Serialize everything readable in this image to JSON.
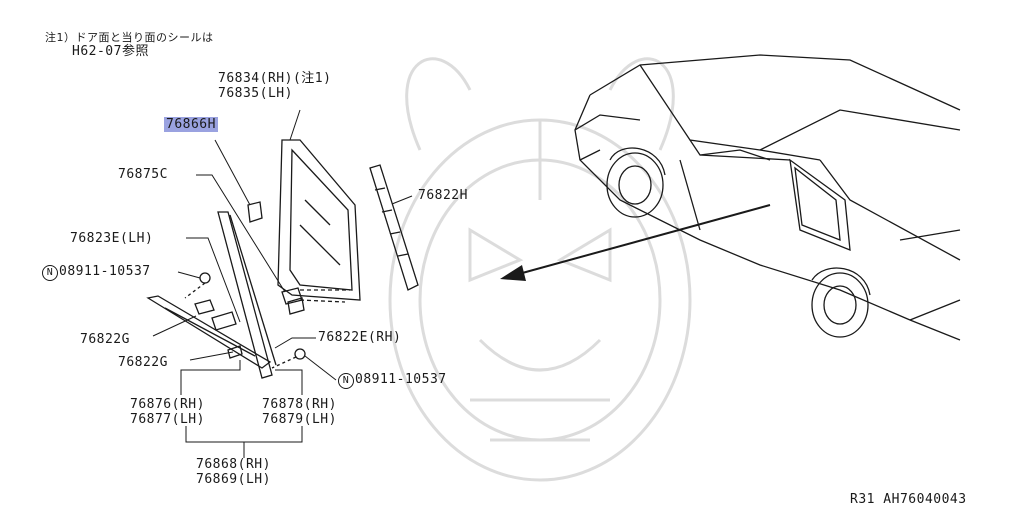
{
  "note": {
    "line1": "注1）ドア面と当り面のシールは",
    "line2": "H62-07参照"
  },
  "parts": {
    "glass_rh": "76834(RH)(注1)",
    "glass_lh": "76835(LH)",
    "clip_h": "76866H",
    "filler_c": "76875C",
    "seal_h": "76822H",
    "sash_lh": "76823E(LH)",
    "nut_a_symbol": "N",
    "nut_a": "08911-10537",
    "seal_g1": "76822G",
    "seal_g2": "76822G",
    "seal_e_rh": "76822E(RH)",
    "nut_b_symbol": "N",
    "nut_b": "08911-10537",
    "weather_rh": "76876(RH)",
    "weather_lh": "76877(LH)",
    "retainer_rh": "76878(RH)",
    "retainer_lh": "76879(LH)",
    "assy_rh": "76868(RH)",
    "assy_lh": "76869(LH)"
  },
  "footer": {
    "ref": "R31  AH76040043"
  },
  "colors": {
    "line": "#1a1a1a",
    "highlight": "#9aa2e0",
    "watermark": "#dcdcdc"
  }
}
